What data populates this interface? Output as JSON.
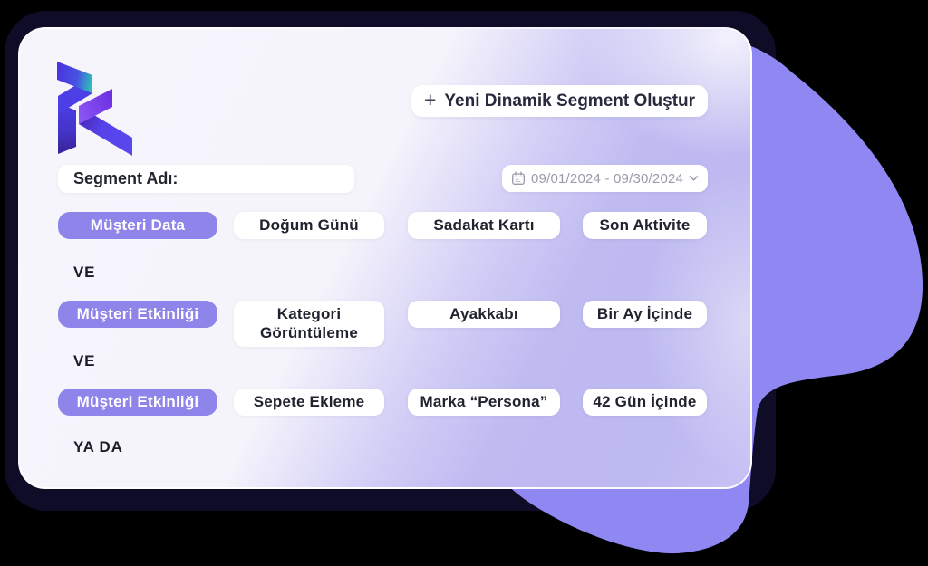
{
  "colors": {
    "background": "#000000",
    "frame_navy": "#0f0c28",
    "blob_purple": "#8f88f2",
    "card_white": "#f5f4fb",
    "card_tint": "#bdb9f1",
    "pill_purple": "#8f84ea",
    "pill_white": "#ffffff",
    "text_dark": "#20222e",
    "text_muted": "#9b99ab",
    "logo_teal": "#2cc5b7",
    "logo_indigo": "#4d3fe6",
    "logo_violet": "#6d30e2"
  },
  "logo": {
    "name": "brand-logo"
  },
  "header": {
    "create_button": {
      "plus": "+",
      "label": "Yeni Dinamik Segment Oluştur"
    }
  },
  "toolbar": {
    "segment_name_label": "Segment Adı:",
    "date_range": {
      "value": "09/01/2024 - 09/30/2024"
    }
  },
  "rows": [
    {
      "type": "Müşteri Data",
      "values": [
        "Doğum Günü",
        "Sadakat Kartı",
        "Son Aktivite"
      ],
      "connector_after": "VE"
    },
    {
      "type": "Müşteri Etkinliği",
      "values": [
        "Kategori Görüntüleme",
        "Ayakkabı",
        "Bir Ay İçinde"
      ],
      "connector_after": "VE"
    },
    {
      "type": "Müşteri Etkinliği",
      "values": [
        "Sepete Ekleme",
        "Marka “Persona”",
        "42 Gün İçinde"
      ],
      "connector_after": "YA DA"
    }
  ]
}
